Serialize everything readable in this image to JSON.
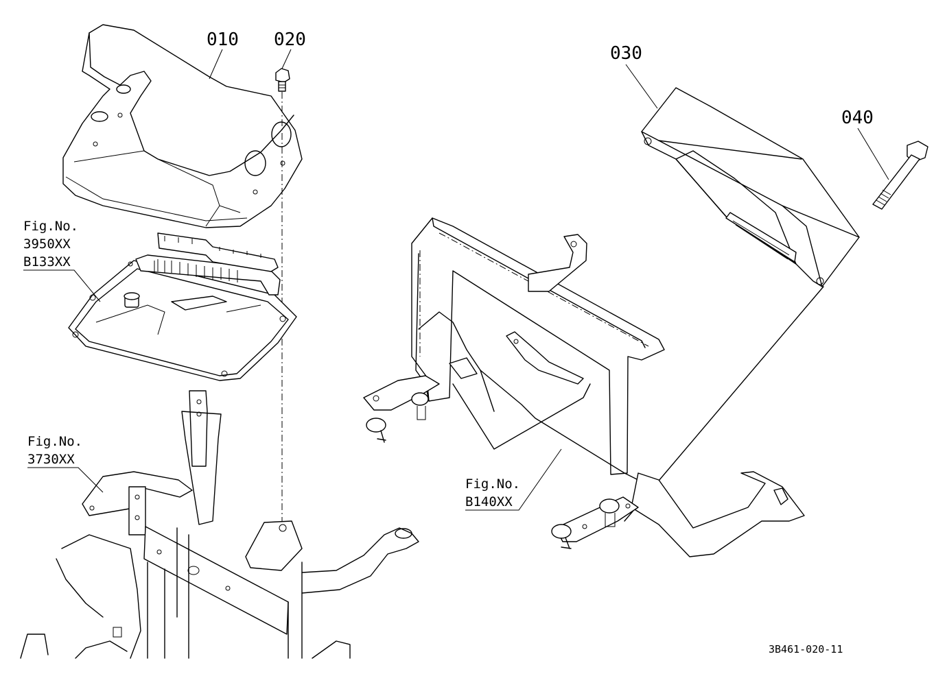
{
  "callouts": {
    "p010": "010",
    "p020": "020",
    "p030": "030",
    "p040": "040"
  },
  "figrefs": {
    "ecu": {
      "label": "Fig.No.",
      "line1": "3950XX",
      "line2": "B133XX"
    },
    "frame_left": {
      "label": "Fig.No.",
      "line1": "3730XX"
    },
    "bracket": {
      "label": "Fig.No.",
      "line1": "B140XX"
    }
  },
  "drawing_code": "3B461-020-11"
}
